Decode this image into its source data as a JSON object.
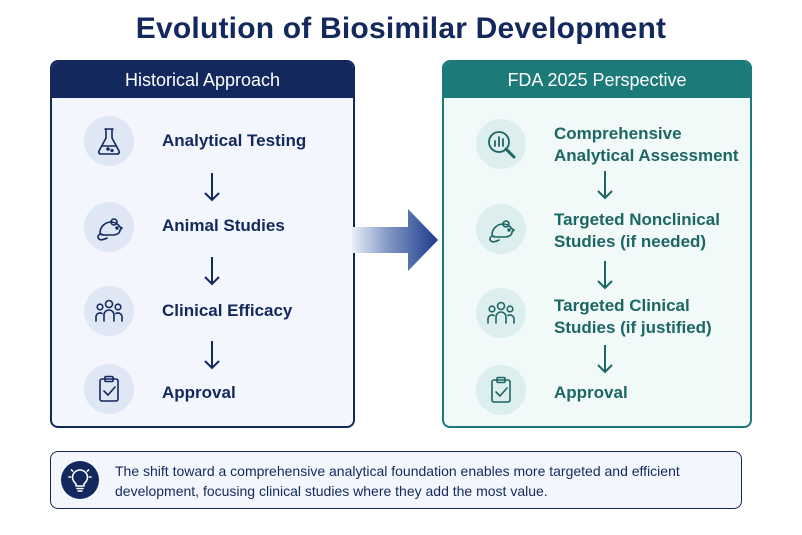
{
  "title": "Evolution of Biosimilar Development",
  "historical": {
    "header": "Historical Approach",
    "steps": [
      {
        "label_lines": [
          "Analytical Testing"
        ],
        "icon": "flask-icon"
      },
      {
        "label_lines": [
          "Animal Studies"
        ],
        "icon": "mouse-icon"
      },
      {
        "label_lines": [
          "Clinical Efficacy"
        ],
        "icon": "people-icon"
      },
      {
        "label_lines": [
          "Approval"
        ],
        "icon": "clipboard-check-icon"
      }
    ]
  },
  "fda2025": {
    "header": "FDA 2025 Perspective",
    "steps": [
      {
        "label_lines": [
          "Comprehensive",
          "Analytical Assessment"
        ],
        "icon": "magnifier-chart-icon"
      },
      {
        "label_lines": [
          "Targeted Nonclinical",
          "Studies (if needed)"
        ],
        "icon": "mouse-icon"
      },
      {
        "label_lines": [
          "Targeted Clinical",
          "Studies (if justified)"
        ],
        "icon": "people-icon"
      },
      {
        "label_lines": [
          "Approval"
        ],
        "icon": "clipboard-check-icon"
      }
    ]
  },
  "footer": {
    "icon": "lightbulb-icon",
    "text_lines": [
      "The shift toward a comprehensive analytical foundation enables more targeted and efficient",
      "development, focusing clinical studies where they add the most value."
    ]
  },
  "colors": {
    "navy": "#13285c",
    "teal": "#1c7a78"
  }
}
